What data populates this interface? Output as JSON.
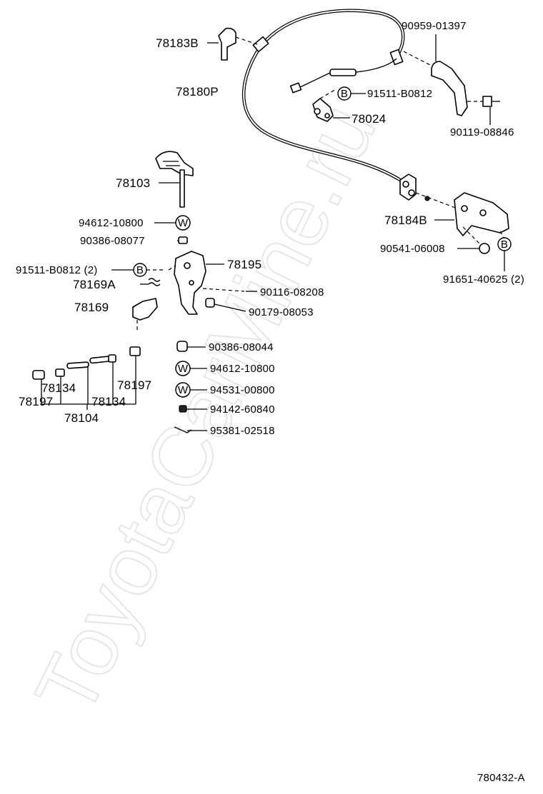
{
  "watermark": "ToyotaCarMine.ru",
  "diagram_code": "780432-A",
  "labels": {
    "p78183B": "78183B",
    "p90959": "90959-01397",
    "p78180P": "78180P",
    "p91511a": "91511-B0812",
    "p78024": "78024",
    "p90119": "90119-08846",
    "p78103": "78103",
    "p78184B": "78184B",
    "p94612a": "94612-10800",
    "p90386a": "90386-08077",
    "p90541": "90541-06008",
    "p91511b": "91511-B0812 (2)",
    "p78195": "78195",
    "p91651": "91651-40625 (2)",
    "p78169A": "78169A",
    "p90116": "90116-08208",
    "p78169": "78169",
    "p90179": "90179-08053",
    "p90386b": "90386-08044",
    "p94612b": "94612-10800",
    "p94531": "94531-00800",
    "p94142": "94142-60840",
    "p95381": "95381-02518",
    "p78197a": "78197",
    "p78134a": "78134",
    "p78197b": "78197",
    "p78134b": "78134",
    "p78104": "78104"
  },
  "symbols": {
    "b": "B",
    "w": "W"
  }
}
